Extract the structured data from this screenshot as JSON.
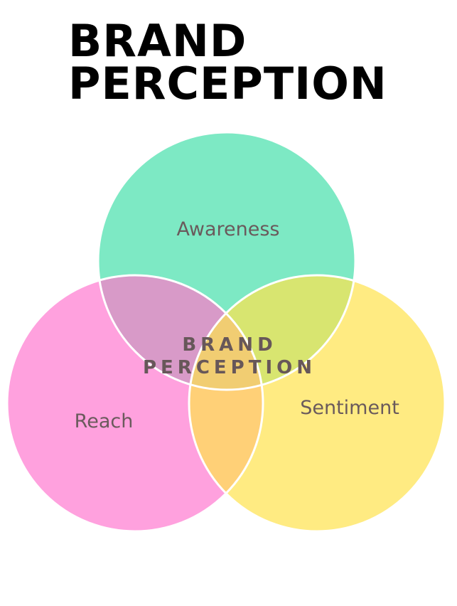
{
  "title": {
    "line1": "BRAND",
    "line2": "PERCEPTION"
  },
  "diagram": {
    "sets": [
      {
        "label": "Awareness",
        "color": "#7de9c4"
      },
      {
        "label": "Reach",
        "color": "#ffa1de"
      },
      {
        "label": "Sentiment",
        "color": "#ffeb82"
      }
    ],
    "overlaps": {
      "awareness_reach": "#d89ac8",
      "awareness_sentiment": "#d8e570",
      "reach_sentiment": "#ffd077",
      "all": "#f1cd72"
    },
    "center_label": {
      "line1": "BRAND",
      "line2": "PERCEPTION"
    }
  }
}
